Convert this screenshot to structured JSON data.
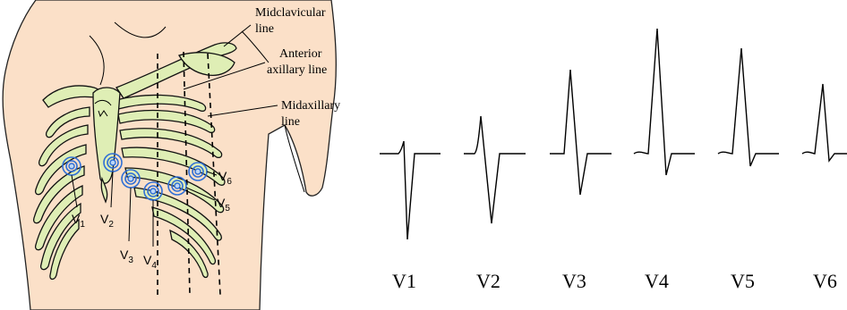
{
  "anatomy_labels": {
    "midclavicular_line": [
      "Midclavicular",
      "line"
    ],
    "anterior_axillary_line": [
      "Anterior",
      "axillary line"
    ],
    "midaxillary_line": [
      "Midaxillary",
      "line"
    ]
  },
  "chest_leads": [
    {
      "letter": "V",
      "sub": "1"
    },
    {
      "letter": "V",
      "sub": "2"
    },
    {
      "letter": "V",
      "sub": "3"
    },
    {
      "letter": "V",
      "sub": "4"
    },
    {
      "letter": "V",
      "sub": "5"
    },
    {
      "letter": "V",
      "sub": "6"
    }
  ],
  "waveform_labels": [
    "V1",
    "V2",
    "V3",
    "V4",
    "V5",
    "V6"
  ],
  "colors": {
    "skin": "#fbe0c8",
    "bone": "#dfeeb5",
    "electrode": "#2f6fd6",
    "electrode_fill": "#bcd6f5"
  }
}
